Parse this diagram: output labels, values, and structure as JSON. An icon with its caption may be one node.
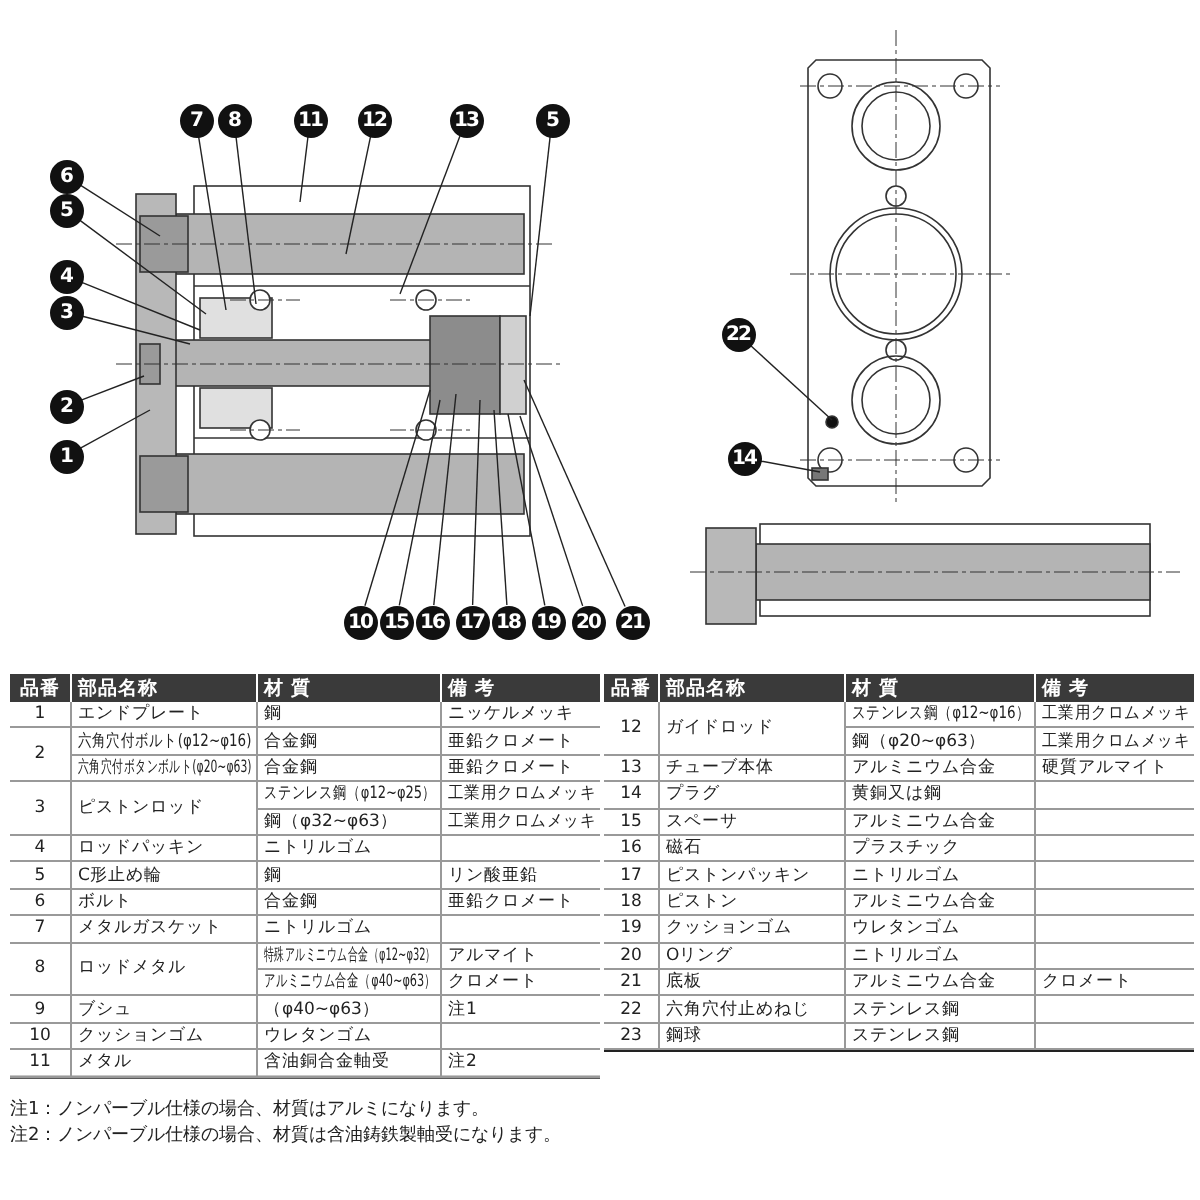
{
  "diagram": {
    "nodes": [
      {
        "text": [
          "7"
        ]
      },
      {
        "text": [
          "8"
        ]
      },
      {
        "text": [
          "11"
        ]
      },
      {
        "text": [
          "12"
        ]
      },
      {
        "text": [
          "13"
        ]
      },
      {
        "text": [
          "5"
        ]
      },
      {
        "text": [
          "6"
        ]
      },
      {
        "text": [
          "5"
        ]
      },
      {
        "text": [
          "4"
        ]
      },
      {
        "text": [
          "3"
        ]
      },
      {
        "text": [
          "2"
        ]
      },
      {
        "text": [
          "1"
        ]
      },
      {
        "text": [
          "10"
        ]
      },
      {
        "text": [
          "15"
        ]
      },
      {
        "text": [
          "16"
        ]
      },
      {
        "text": [
          "17"
        ]
      },
      {
        "text": [
          "18"
        ]
      },
      {
        "text": [
          "19"
        ]
      },
      {
        "text": [
          "20"
        ]
      },
      {
        "text": [
          "21"
        ]
      },
      {
        "text": [
          "22"
        ]
      },
      {
        "text": [
          "14"
        ]
      }
    ],
    "edges": [
      {
        "from": 0,
        "to": null,
        "arrow": "none"
      },
      {
        "from": 1,
        "to": null,
        "arrow": "none"
      },
      {
        "from": 2,
        "to": null,
        "arrow": "none"
      },
      {
        "from": 3,
        "to": null,
        "arrow": "none"
      },
      {
        "from": 4,
        "to": null,
        "arrow": "none"
      },
      {
        "from": 5,
        "to": null,
        "arrow": "none"
      },
      {
        "from": 6,
        "to": null,
        "arrow": "none"
      },
      {
        "from": 7,
        "to": null,
        "arrow": "none"
      },
      {
        "from": 8,
        "to": null,
        "arrow": "none"
      },
      {
        "from": 9,
        "to": null,
        "arrow": "none"
      },
      {
        "from": 10,
        "to": null,
        "arrow": "none"
      },
      {
        "from": 11,
        "to": null,
        "arrow": "none"
      },
      {
        "from": 12,
        "to": null,
        "arrow": "none"
      },
      {
        "from": 13,
        "to": null,
        "arrow": "none"
      },
      {
        "from": 14,
        "to": null,
        "arrow": "none"
      },
      {
        "from": 15,
        "to": null,
        "arrow": "none"
      },
      {
        "from": 16,
        "to": null,
        "arrow": "none"
      },
      {
        "from": 17,
        "to": null,
        "arrow": "none"
      },
      {
        "from": 18,
        "to": null,
        "arrow": "none"
      },
      {
        "from": 19,
        "to": null,
        "arrow": "none"
      },
      {
        "from": 20,
        "to": null,
        "arrow": "none"
      },
      {
        "from": 21,
        "to": null,
        "arrow": "none"
      }
    ],
    "labels": [
      "品番",
      "部品名称",
      "材 質",
      "備 考",
      "1",
      "エンドプレート",
      "鋼",
      "ニッケルメッキ",
      "2",
      "六角穴付ボルト(φ12~φ16)",
      "合金鋼",
      "亜鉛クロメート",
      "六角穴付ボタンボルト(φ20~φ63)",
      "合金鋼",
      "亜鉛クロメート",
      "3",
      "ピストンロッド",
      "ステンレス鋼（φ12~φ25）",
      "工業用クロムメッキ",
      "鋼（φ32~φ63）",
      "工業用クロムメッキ",
      "4",
      "ロッドパッキン",
      "ニトリルゴム",
      "5",
      "C形止め輪",
      "鋼",
      "リン酸亜鉛",
      "6",
      "ボルト",
      "合金鋼",
      "亜鉛クロメート",
      "7",
      "メタルガスケット",
      "ニトリルゴム",
      "8",
      "ロッドメタル",
      "特殊アルミニウム合金（φ12~φ32）",
      "アルマイト",
      "アルミニウム合金（φ40~φ63）",
      "クロメート",
      "9",
      "ブシュ",
      "（φ40~φ63）",
      "注1",
      "10",
      "クッションゴム",
      "ウレタンゴム",
      "11",
      "メタル",
      "含油銅合金軸受",
      "注2",
      "品番",
      "部品名称",
      "材 質",
      "備 考",
      "12",
      "ガイドロッド",
      "ステンレス鋼（φ12~φ16）",
      "工業用クロムメッキ",
      "鋼（φ20~φ63）",
      "工業用クロムメッキ",
      "13",
      "チューブ本体",
      "アルミニウム合金",
      "硬質アルマイト",
      "14",
      "プラグ",
      "黄銅又は鋼",
      "15",
      "スペーサ",
      "アルミニウム合金",
      "16",
      "磁石",
      "プラスチック",
      "17",
      "ピストンパッキン",
      "ニトリルゴム",
      "18",
      "ピストン",
      "アルミニウム合金",
      "19",
      "クッションゴム",
      "ウレタンゴム",
      "20",
      "Oリング",
      "ニトリルゴム",
      "21",
      "底板",
      "アルミニウム合金",
      "クロメート",
      "22",
      "六角穴付止めねじ",
      "ステンレス鋼",
      "23",
      "鋼球",
      "ステンレス鋼",
      "注1：ノンパーブル仕様の場合、材質はアルミになります。",
      "注2：ノンパーブル仕様の場合、材質は含油鋳鉄製軸受になります。"
    ]
  }
}
